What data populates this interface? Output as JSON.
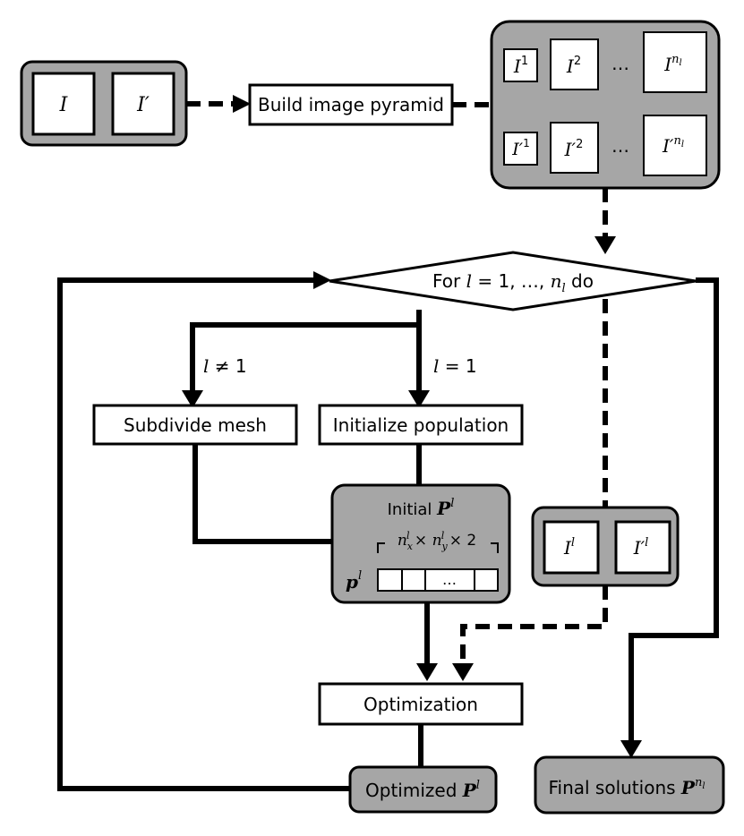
{
  "input_group": {
    "left": "I",
    "right": "I′"
  },
  "build": "Build image pyramid",
  "pyramid": {
    "row1": {
      "a": "I",
      "a_sup": "1",
      "b": "I",
      "b_sup": "2",
      "dots": "…",
      "c": "I",
      "c_sup": "n",
      "c_sub": "l"
    },
    "row2": {
      "a": "I′",
      "a_sup": "1",
      "b": "I′",
      "b_sup": "2",
      "dots": "…",
      "c": "I′",
      "c_sup": "n",
      "c_sub": "l"
    }
  },
  "loop": {
    "pre": "For ",
    "var": "l",
    "eq": " = 1, …, ",
    "n": "n",
    "sub": "l",
    "post": " do"
  },
  "branch_left": {
    "var": "l",
    "op": " ≠ 1"
  },
  "branch_right": {
    "var": "l",
    "op": " = 1"
  },
  "subdivide": "Subdivide mesh",
  "initialize": "Initialize population",
  "initial_pop": {
    "label": "Initial ",
    "bold": "P",
    "sup": "l",
    "dims": {
      "n1": "n",
      "s1": "x",
      "u1": "l",
      "times1": " × ",
      "n2": "n",
      "s2": "y",
      "u2": "l",
      "times2": " × 2"
    },
    "vec": "p",
    "vec_sup": "l",
    "cells_dots": "…"
  },
  "level_images": {
    "left": "I",
    "left_sup": "l",
    "right": "I′",
    "right_sup": "l"
  },
  "optimization": "Optimization",
  "optimized": {
    "label": "Optimized ",
    "bold": "P",
    "sup": "l"
  },
  "final": {
    "label": "Final solutions ",
    "bold": "P",
    "sup_n": "n",
    "sup_sub": "l"
  }
}
